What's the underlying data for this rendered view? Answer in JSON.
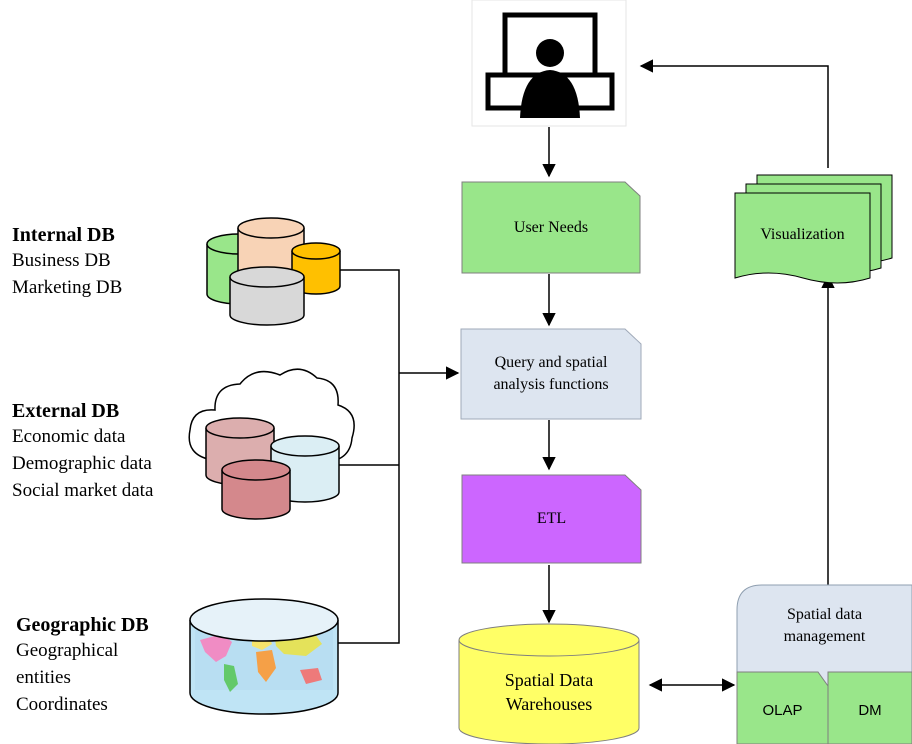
{
  "sources": {
    "internal": {
      "title": "Internal DB",
      "lines": [
        "Business DB",
        "Marketing DB"
      ]
    },
    "external": {
      "title": "External DB",
      "lines": [
        "Economic data",
        "Demographic data",
        "Social market data"
      ]
    },
    "geographic": {
      "title": "Geographic DB",
      "lines": [
        "Geographical",
        "entities",
        "Coordinates"
      ]
    }
  },
  "flow": {
    "user_needs": "User Needs",
    "query": [
      "Query and spatial",
      "analysis functions"
    ],
    "etl": "ETL",
    "warehouse": [
      "Spatial Data",
      "Warehouses"
    ],
    "visualization": "Visualization",
    "management": {
      "title": [
        "Spatial data",
        "management"
      ],
      "olap": "OLAP",
      "dm": "DM"
    }
  },
  "colors": {
    "green": "#99e68a",
    "blue_gray": "#dde5f0",
    "purple": "#cc66ff",
    "yellow": "#ffff66",
    "peach": "#f8d3b6",
    "orange": "#ffc000",
    "gray": "#d8d8d8",
    "rose": "#dcaeae",
    "rose_dark": "#d4888c",
    "light_blue": "#dbeef4"
  }
}
